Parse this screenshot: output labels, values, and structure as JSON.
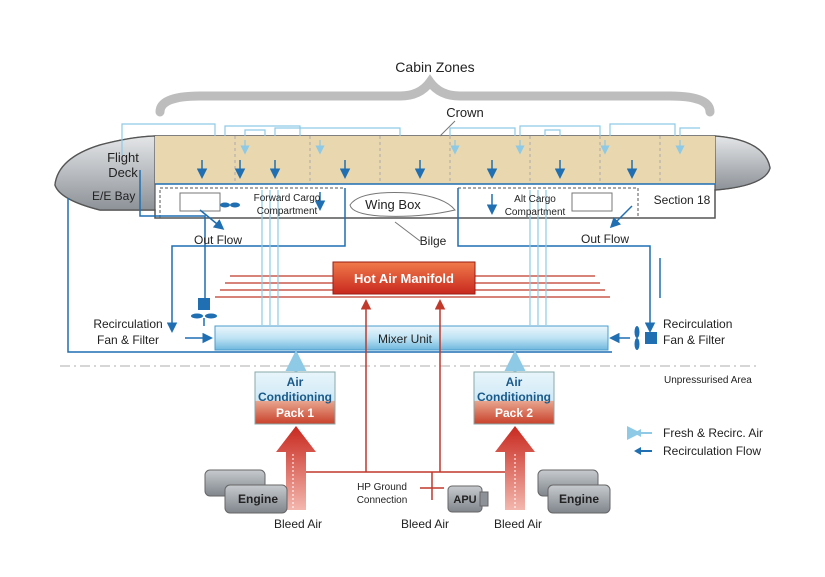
{
  "labels": {
    "cabin_zones": "Cabin Zones",
    "crown": "Crown",
    "flight_deck_1": "Flight",
    "flight_deck_2": "Deck",
    "ee_bay": "E/E Bay",
    "fwd_cargo_1": "Forward Cargo",
    "fwd_cargo_2": "Compartment",
    "wing_box": "Wing Box",
    "alt_cargo_1": "Alt Cargo",
    "alt_cargo_2": "Compartment",
    "section_18": "Section 18",
    "out_flow_left": "Out Flow",
    "out_flow_right": "Out Flow",
    "bilge": "Bilge",
    "hot_air_manifold": "Hot Air Manifold",
    "recirc_left_1": "Recirculation",
    "recirc_left_2": "Fan & Filter",
    "recirc_right_1": "Recirculation",
    "recirc_right_2": "Fan & Filter",
    "mixer_unit": "Mixer Unit",
    "unpressurised": "Unpressurised Area",
    "pack1_1": "Air",
    "pack1_2": "Conditioning",
    "pack1_3": "Pack 1",
    "pack2_1": "Air",
    "pack2_2": "Conditioning",
    "pack2_3": "Pack 2",
    "hp_ground_1": "HP Ground",
    "hp_ground_2": "Connection",
    "engine_left": "Engine",
    "engine_right": "Engine",
    "apu": "APU",
    "bleed_air_left": "Bleed Air",
    "bleed_air_mid": "Bleed Air",
    "bleed_air_right": "Bleed Air"
  },
  "legend": {
    "fresh_recirc": "Fresh & Recirc. Air",
    "recirc_flow": "Recirculation Flow"
  },
  "colors": {
    "fresh_air": "#8ecae6",
    "recirc_flow": "#1f6fb2",
    "hot_air": "#c0392b",
    "cabin_fill": "#e9d7b0",
    "engine_gray": "#9aa0a6"
  }
}
